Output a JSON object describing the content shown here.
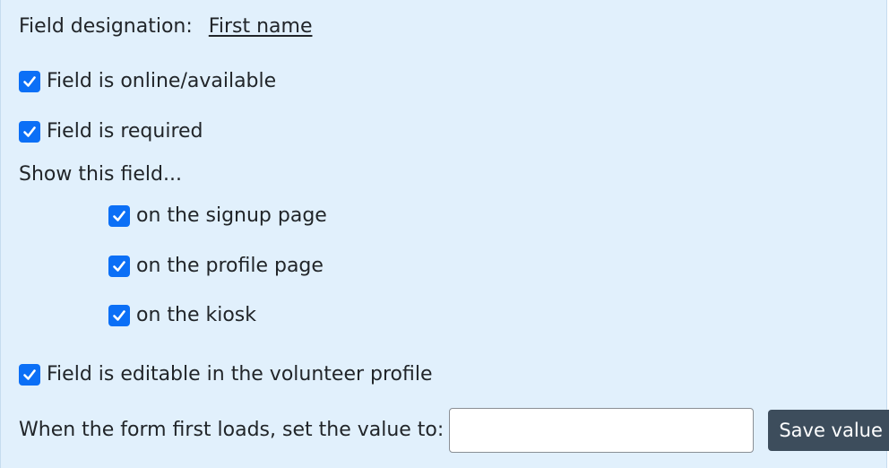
{
  "designation": {
    "label": "Field designation:",
    "value": "First name"
  },
  "options": {
    "online": {
      "label": "Field is online/available",
      "checked": true
    },
    "required": {
      "label": "Field is required",
      "checked": true
    }
  },
  "show_heading": "Show this field...",
  "show_on": {
    "signup": {
      "label": "on the signup page",
      "checked": true
    },
    "profile": {
      "label": "on the profile page",
      "checked": true
    },
    "kiosk": {
      "label": "on the kiosk",
      "checked": true
    }
  },
  "editable": {
    "label": "Field is editable in the volunteer profile",
    "checked": true
  },
  "default_value": {
    "label": "When the form first loads, set the value to:",
    "input_value": "",
    "button_label": "Save value"
  },
  "colors": {
    "panel_bg": "#e1f0fc",
    "checkbox": "#0b6ff6",
    "button_bg": "#3d4d5c"
  }
}
